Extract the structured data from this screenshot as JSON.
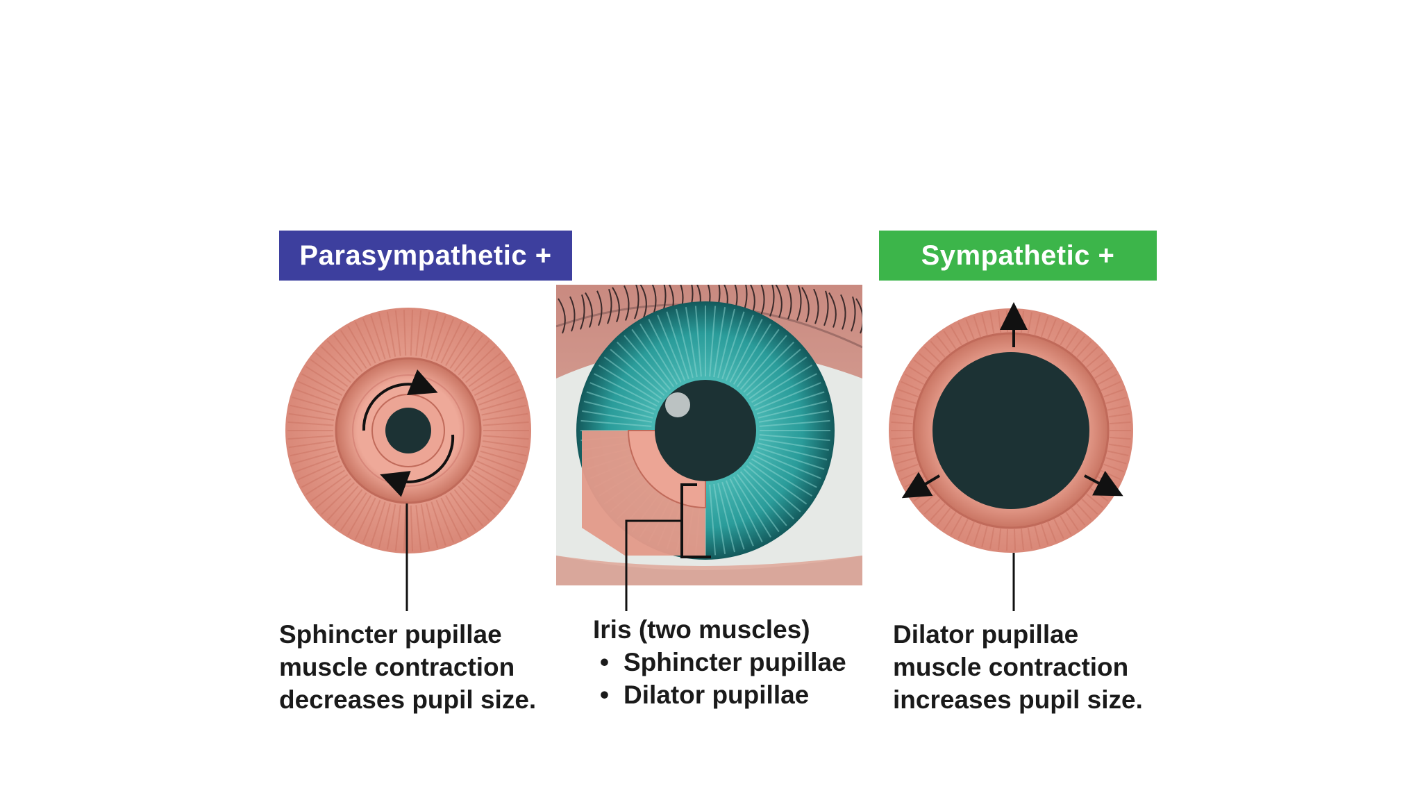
{
  "banners": {
    "parasympathetic": {
      "label": "Parasympathetic +",
      "color": "#3d3f9e"
    },
    "sympathetic": {
      "label": "Sympathetic +",
      "color": "#3cb54a"
    }
  },
  "captions": {
    "left": [
      "Sphincter pupillae",
      "muscle contraction",
      "decreases pupil size."
    ],
    "right": [
      "Dilator pupillae",
      "muscle contraction",
      "increases pupil size."
    ],
    "center": {
      "title_bold": "Iris",
      "title_rest": "(two muscles)",
      "bullets": [
        "Sphincter pupillae",
        "Dilator pupillae"
      ],
      "bullet_glyph": "•"
    }
  },
  "colors": {
    "iris_muscle": "#e39a8a",
    "iris_muscle_dark": "#c9705f",
    "pupil": "#1c3234",
    "eye_iris": "#2a9c9a",
    "sclera": "#e8ecea"
  }
}
